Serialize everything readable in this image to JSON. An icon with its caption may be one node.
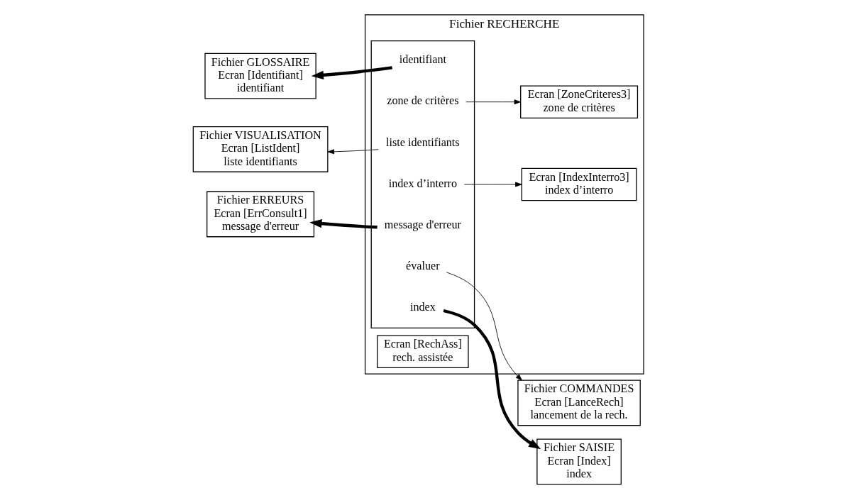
{
  "diagram": {
    "nodes": [
      {
        "text": [
          "Fichier RECHERCHE"
        ]
      },
      {
        "text": [
          "Ecran [RechAss]",
          "rech. assistée"
        ],
        "in": 0
      },
      {
        "text": [],
        "shape": "box",
        "in": 0
      },
      {
        "text": [
          "identifiant"
        ],
        "in": 2
      },
      {
        "text": [
          "évaluer"
        ],
        "in": 2
      },
      {
        "text": [
          "liste identifiants"
        ],
        "in": 2
      },
      {
        "text": [
          "index"
        ],
        "in": 2
      },
      {
        "text": [
          "message d'erreur"
        ],
        "in": 2
      },
      {
        "text": [
          "index d’interro"
        ],
        "in": 2
      },
      {
        "text": [
          "zone de critères"
        ],
        "in": 2
      },
      {
        "text": [
          "Ecran [IndexInterro3]",
          "index d’interro"
        ],
        "in": 0
      },
      {
        "text": [
          "Ecran [ZoneCriteres3]",
          "zone de critères"
        ],
        "in": 0
      },
      {
        "text": [
          "Fichier GLOSSAIRE",
          "Ecran [Identifiant]",
          "identifiant"
        ]
      },
      {
        "text": [
          "Fichier COMMANDES",
          "Ecran [LanceRech]",
          "lancement de la rech."
        ]
      },
      {
        "text": [
          "Fichier VISUALISATION",
          "Ecran [ListIdent]",
          "liste identifiants"
        ]
      },
      {
        "text": [
          "Fichier SAISIE",
          "Ecran [Index]",
          "index"
        ]
      },
      {
        "text": [
          "Fichier ERREURS",
          "Ecran [ErrConsult1]",
          "message d'erreur"
        ]
      }
    ],
    "edges": [
      {
        "from": 3,
        "to": 12,
        "arrow": "to",
        "style": "thick"
      },
      {
        "from": 4,
        "to": 13,
        "arrow": "to"
      },
      {
        "from": 5,
        "to": 14,
        "arrow": "to"
      },
      {
        "from": 6,
        "to": 15,
        "arrow": "to",
        "style": "thick"
      },
      {
        "from": 7,
        "to": 16,
        "arrow": "to",
        "style": "thick"
      },
      {
        "from": 8,
        "to": 10,
        "arrow": "to"
      },
      {
        "from": 9,
        "to": 11,
        "arrow": "to"
      }
    ]
  }
}
